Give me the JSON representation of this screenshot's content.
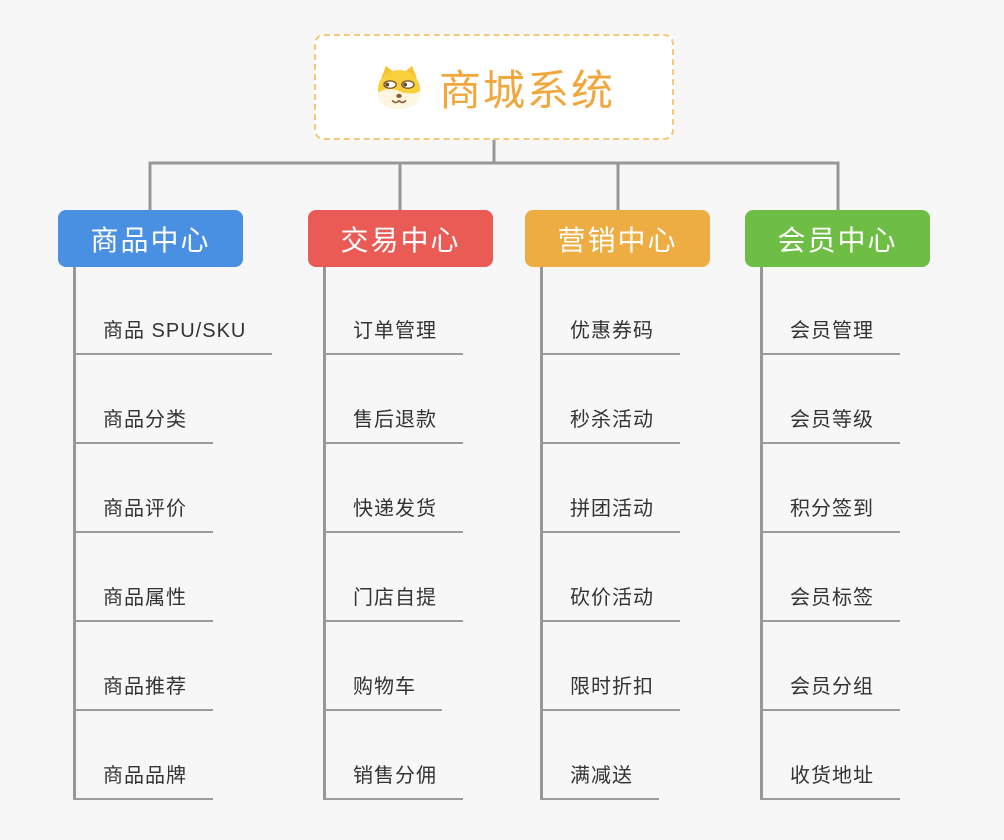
{
  "root": {
    "title": "商城系统",
    "icon": "dog-face-icon"
  },
  "branches": [
    {
      "label": "商品中心",
      "color": "#4a90e2",
      "items": [
        "商品 SPU/SKU",
        "商品分类",
        "商品评价",
        "商品属性",
        "商品推荐",
        "商品品牌"
      ]
    },
    {
      "label": "交易中心",
      "color": "#ea5b55",
      "items": [
        "订单管理",
        "售后退款",
        "快递发货",
        "门店自提",
        "购物车",
        "销售分佣"
      ]
    },
    {
      "label": "营销中心",
      "color": "#eead43",
      "items": [
        "优惠券码",
        "秒杀活动",
        "拼团活动",
        "砍价活动",
        "限时折扣",
        "满减送"
      ]
    },
    {
      "label": "会员中心",
      "color": "#6ebe45",
      "items": [
        "会员管理",
        "会员等级",
        "积分签到",
        "会员标签",
        "会员分组",
        "收货地址"
      ]
    }
  ],
  "colors": {
    "canvas_background": "#f7f7f8",
    "connector": "#979797",
    "leaf_text": "#333333",
    "leaf_underline": "#9b9b9b",
    "root_border": "#f7c879",
    "root_title": "#f2a73d",
    "branch_blue": "#4a90e2",
    "branch_red": "#ea5b55",
    "branch_orange": "#eead43",
    "branch_green": "#6ebe45"
  }
}
